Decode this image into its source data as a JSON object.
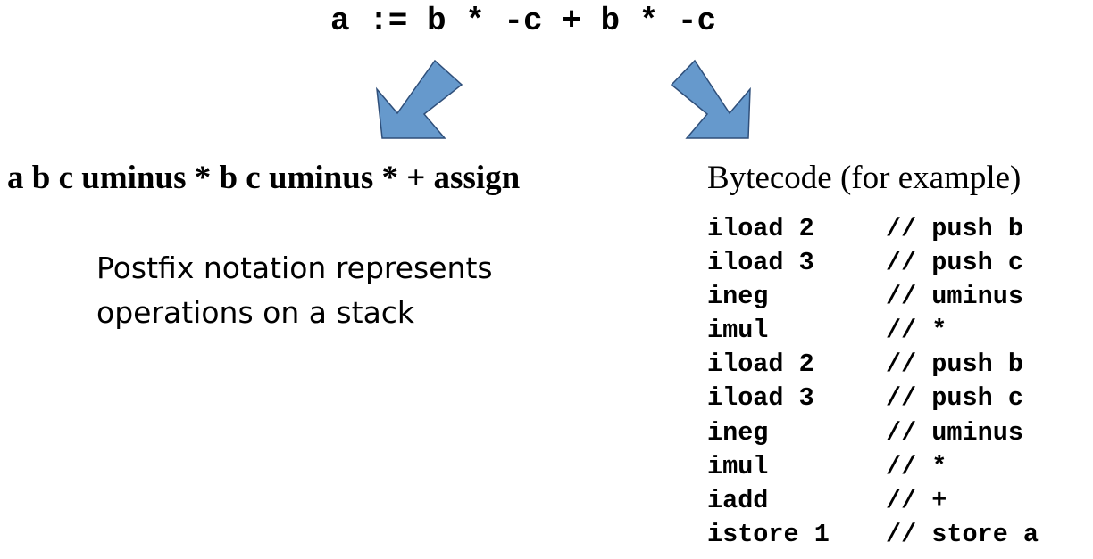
{
  "expression": "a := b * -c + b * -c",
  "postfix": "a b c uminus * b c uminus * + assign",
  "caption": {
    "line1": "Postfix notation represents",
    "line2": "operations on a stack"
  },
  "bytecode": {
    "title": "Bytecode (for example)",
    "lines": [
      {
        "instr": "iload 2",
        "comment": "// push b"
      },
      {
        "instr": "iload 3",
        "comment": "// push c"
      },
      {
        "instr": "ineg",
        "comment": "// uminus"
      },
      {
        "instr": "imul",
        "comment": "// *"
      },
      {
        "instr": "iload 2",
        "comment": "// push b"
      },
      {
        "instr": "iload 3",
        "comment": "// push c"
      },
      {
        "instr": "ineg",
        "comment": "// uminus"
      },
      {
        "instr": "imul",
        "comment": "// *"
      },
      {
        "instr": "iadd",
        "comment": "// +"
      },
      {
        "instr": "istore 1",
        "comment": "// store a"
      }
    ]
  },
  "colors": {
    "arrow_fill": "#6699cc",
    "arrow_stroke": "#2f4f7a"
  }
}
